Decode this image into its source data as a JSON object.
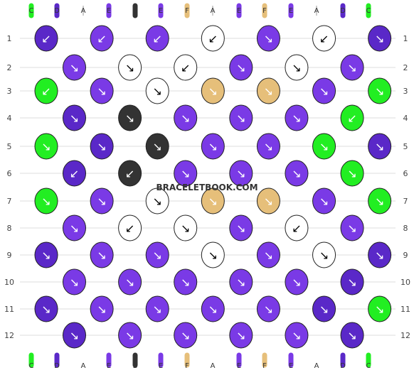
{
  "watermark": "BRACELETBOOK.COM",
  "colors": {
    "C": "#22ee22",
    "D": "#5a28c8",
    "E": "#7a3ae6",
    "B": "#333333",
    "F": "#e6bf7a",
    "A": "#ffffff"
  },
  "top_strands": [
    "C",
    "D",
    "A",
    "E",
    "B",
    "E",
    "F",
    "A",
    "E",
    "F",
    "E",
    "A",
    "D",
    "C"
  ],
  "bottom_strands": [
    "C",
    "D",
    "A",
    "E",
    "B",
    "E",
    "F",
    "A",
    "E",
    "F",
    "E",
    "A",
    "D",
    "C"
  ],
  "row_labels": [
    "1",
    "2",
    "3",
    "4",
    "5",
    "6",
    "7",
    "8",
    "9",
    "10",
    "11",
    "12"
  ],
  "knots": [
    [
      [
        "D",
        "↙"
      ],
      [
        "E",
        "↙"
      ],
      [
        "E",
        "↙"
      ],
      [
        "A",
        "↙"
      ],
      [
        "E",
        "↘"
      ],
      [
        "A",
        "↙"
      ],
      [
        "D",
        "↘"
      ]
    ],
    [
      [
        "E",
        "↘"
      ],
      [
        "A",
        "↘"
      ],
      [
        "A",
        "↙"
      ],
      [
        "E",
        "↘"
      ],
      [
        "A",
        "↘"
      ],
      [
        "E",
        "↘"
      ]
    ],
    [
      [
        "C",
        "↙"
      ],
      [
        "E",
        "↘"
      ],
      [
        "A",
        "↘"
      ],
      [
        "F",
        "↘"
      ],
      [
        "F",
        "↘"
      ],
      [
        "E",
        "↘"
      ],
      [
        "C",
        "↘"
      ]
    ],
    [
      [
        "D",
        "↘"
      ],
      [
        "B",
        "↘"
      ],
      [
        "E",
        "↘"
      ],
      [
        "E",
        "↘"
      ],
      [
        "E",
        "↘"
      ],
      [
        "C",
        "↙"
      ]
    ],
    [
      [
        "C",
        "↘"
      ],
      [
        "D",
        "↘"
      ],
      [
        "B",
        "↘"
      ],
      [
        "E",
        "↘"
      ],
      [
        "E",
        "↘"
      ],
      [
        "C",
        "↘"
      ],
      [
        "D",
        "↘"
      ]
    ],
    [
      [
        "D",
        "↙"
      ],
      [
        "B",
        "↙"
      ],
      [
        "E",
        "↘"
      ],
      [
        "E",
        "↘"
      ],
      [
        "E",
        "↘"
      ],
      [
        "C",
        "↘"
      ]
    ],
    [
      [
        "C",
        "↘"
      ],
      [
        "E",
        "↘"
      ],
      [
        "A",
        "↘"
      ],
      [
        "F",
        "↘"
      ],
      [
        "F",
        "↘"
      ],
      [
        "E",
        "↘"
      ],
      [
        "C",
        "↘"
      ]
    ],
    [
      [
        "E",
        "↘"
      ],
      [
        "A",
        "↙"
      ],
      [
        "A",
        "↘"
      ],
      [
        "E",
        "↘"
      ],
      [
        "A",
        "↙"
      ],
      [
        "E",
        "↘"
      ]
    ],
    [
      [
        "D",
        "↘"
      ],
      [
        "E",
        "↘"
      ],
      [
        "E",
        "↘"
      ],
      [
        "A",
        "↘"
      ],
      [
        "E",
        "↘"
      ],
      [
        "A",
        "↘"
      ],
      [
        "D",
        "↘"
      ]
    ],
    [
      [
        "E",
        "↘"
      ],
      [
        "E",
        "↘"
      ],
      [
        "E",
        "↘"
      ],
      [
        "E",
        "↘"
      ],
      [
        "E",
        "↘"
      ],
      [
        "D",
        "↘"
      ]
    ],
    [
      [
        "D",
        "↘"
      ],
      [
        "E",
        "↘"
      ],
      [
        "E",
        "↘"
      ],
      [
        "E",
        "↘"
      ],
      [
        "E",
        "↘"
      ],
      [
        "D",
        "↘"
      ],
      [
        "C",
        "↘"
      ]
    ],
    [
      [
        "D",
        "↘"
      ],
      [
        "E",
        "↘"
      ],
      [
        "E",
        "↘"
      ],
      [
        "E",
        "↘"
      ],
      [
        "E",
        "↘"
      ],
      [
        "D",
        "↘"
      ]
    ]
  ]
}
